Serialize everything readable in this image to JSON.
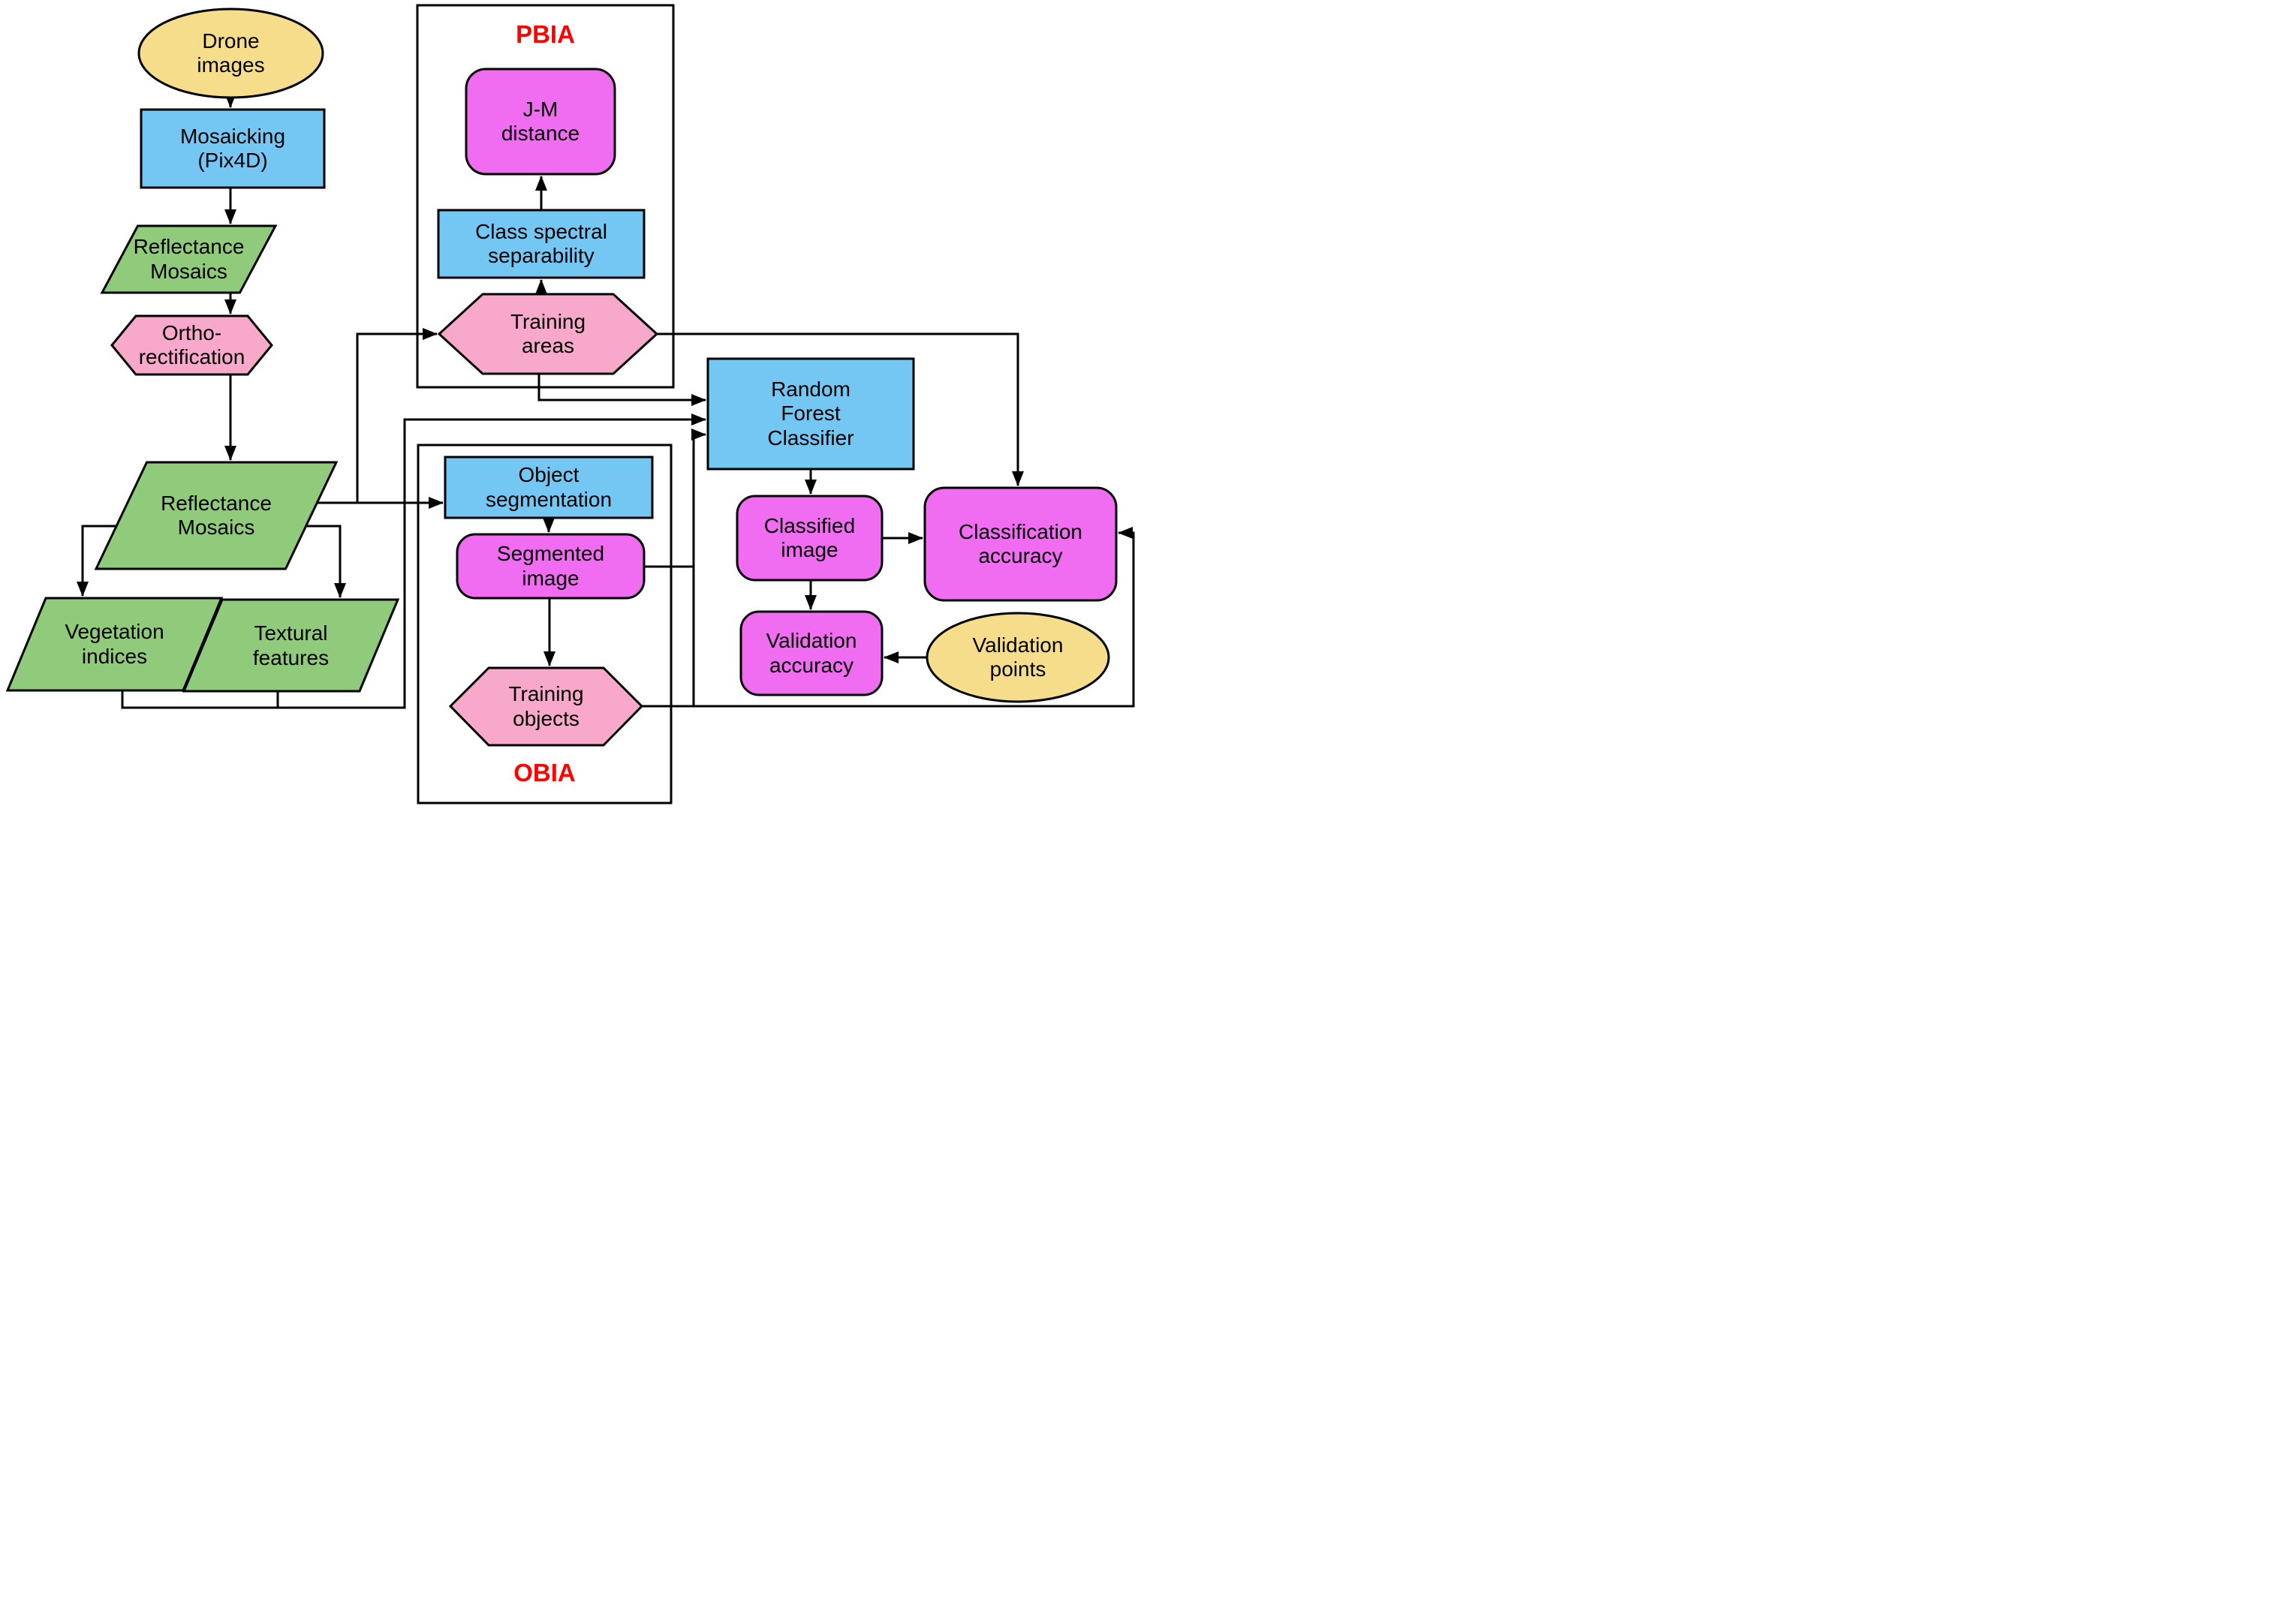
{
  "diagram": {
    "zones": {
      "pbia": {
        "label": "PBIA"
      },
      "obia": {
        "label": "OBIA"
      }
    },
    "nodes": {
      "drone_images": {
        "label": "Drone\nimages",
        "shape": "ellipse"
      },
      "mosaicking": {
        "label": "Mosaicking\n(Pix4D)",
        "shape": "rectangle"
      },
      "reflectance_mosaics_1": {
        "label": "Reflectance\nMosaics",
        "shape": "parallelogram"
      },
      "orthorectification": {
        "label": "Ortho-\nrectification",
        "shape": "hexagon"
      },
      "reflectance_mosaics_2": {
        "label": "Reflectance\nMosaics",
        "shape": "parallelogram"
      },
      "vegetation_indices": {
        "label": "Vegetation\nindices",
        "shape": "parallelogram"
      },
      "textural_features": {
        "label": "Textural\nfeatures",
        "shape": "parallelogram"
      },
      "jm_distance": {
        "label": "J-M\ndistance",
        "shape": "rounded-rectangle"
      },
      "class_spectral_separability": {
        "label": "Class spectral\nseparability",
        "shape": "rectangle"
      },
      "training_areas": {
        "label": "Training\nareas",
        "shape": "hexagon"
      },
      "object_segmentation": {
        "label": "Object\nsegmentation",
        "shape": "rectangle"
      },
      "segmented_image": {
        "label": "Segmented\nimage",
        "shape": "rounded-rectangle"
      },
      "training_objects": {
        "label": "Training\nobjects",
        "shape": "hexagon"
      },
      "random_forest_classifier": {
        "label": "Random\nForest\nClassifier",
        "shape": "rectangle"
      },
      "classified_image": {
        "label": "Classified\nimage",
        "shape": "rounded-rectangle"
      },
      "classification_accuracy": {
        "label": "Classification\naccuracy",
        "shape": "rounded-rectangle"
      },
      "validation_accuracy": {
        "label": "Validation\naccuracy",
        "shape": "rounded-rectangle"
      },
      "validation_points": {
        "label": "Validation\npoints",
        "shape": "ellipse"
      }
    },
    "colors": {
      "terminal-yellow": "#F5DD8C",
      "process-blue": "#74C7F2",
      "data-green": "#90CB7C",
      "prep-pink": "#F8A8CA",
      "result-magenta": "#F06CF0",
      "label-red": "#FF0000"
    }
  }
}
